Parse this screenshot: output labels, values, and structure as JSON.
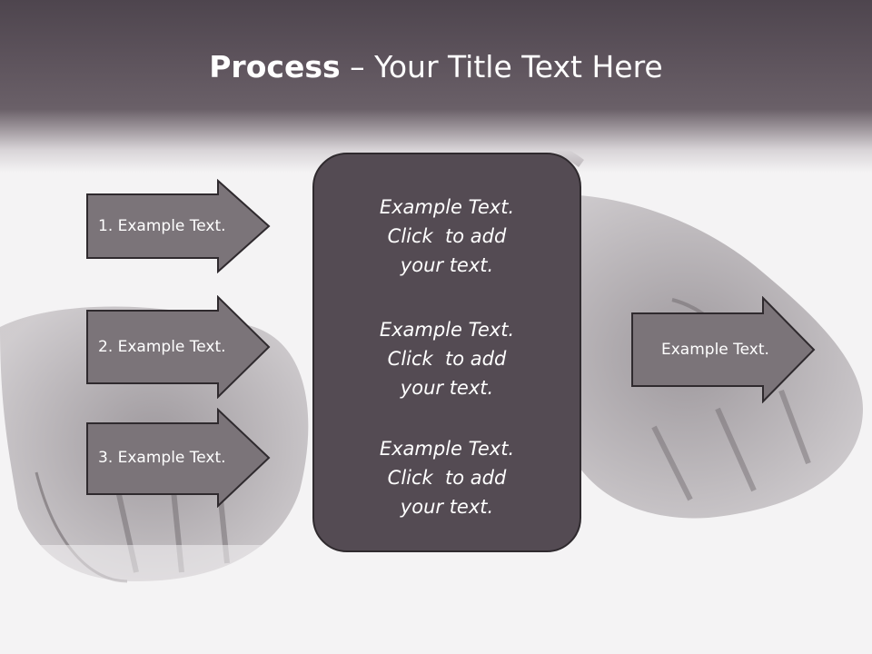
{
  "slide": {
    "title_bold": "Process",
    "title_rest": " – Your Title Text Here"
  },
  "left_arrows": [
    {
      "label": "1. Example Text."
    },
    {
      "label": "2. Example Text."
    },
    {
      "label": "3. Example Text."
    }
  ],
  "center": {
    "items": [
      {
        "line1": "Example Text.",
        "line2": "Click  to add",
        "line3": "your text."
      },
      {
        "line1": "Example Text.",
        "line2": "Click  to add",
        "line3": "your text."
      },
      {
        "line1": "Example Text.",
        "line2": "Click  to add",
        "line3": "your text."
      }
    ]
  },
  "right_arrow": {
    "label": "Example Text."
  },
  "colors": {
    "header": "#5c525b",
    "arrow_fill": "#7b7479",
    "center_fill": "#544b53",
    "text": "#ffffff"
  },
  "background_image": "gloves-photo"
}
